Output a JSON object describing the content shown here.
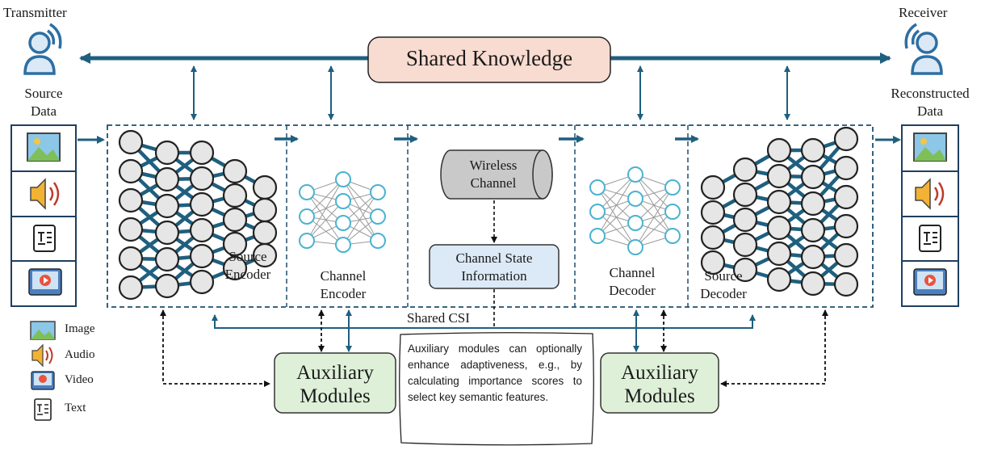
{
  "top": {
    "transmitter": "Transmitter",
    "receiver": "Receiver",
    "shared_knowledge": "Shared Knowledge"
  },
  "left": {
    "source_data_line1": "Source",
    "source_data_line2": "Data"
  },
  "right": {
    "reconstructed_line1": "Reconstructed",
    "reconstructed_line2": "Data"
  },
  "blocks": {
    "source_encoder_line1": "Source",
    "source_encoder_line2": "Encoder",
    "channel_encoder_line1": "Channel",
    "channel_encoder_line2": "Encoder",
    "wireless_channel_line1": "Wireless",
    "wireless_channel_line2": "Channel",
    "csi_line1": "Channel State",
    "csi_line2": "Information",
    "channel_decoder_line1": "Channel",
    "channel_decoder_line2": "Decoder",
    "source_decoder_line1": "Source",
    "source_decoder_line2": "Decoder",
    "shared_csi": "Shared CSI"
  },
  "auxiliary": {
    "left_line1": "Auxiliary",
    "left_line2": "Modules",
    "right_line1": "Auxiliary",
    "right_line2": "Modules",
    "note": "Auxiliary modules can optionally enhance adaptiveness, e.g., by calculating importance scores to select key semantic features."
  },
  "legend": {
    "image": "Image",
    "audio": "Audio",
    "video": "Video",
    "text": "Text"
  },
  "colors": {
    "arrow_blue": "#1f5f7f",
    "shared_knowledge_fill": "#f9dcd1",
    "aux_fill": "#dff0d8",
    "csi_fill": "#dce9f6",
    "node_gray": "#e6e6e6",
    "node_cyan": "#4bb3d0"
  }
}
